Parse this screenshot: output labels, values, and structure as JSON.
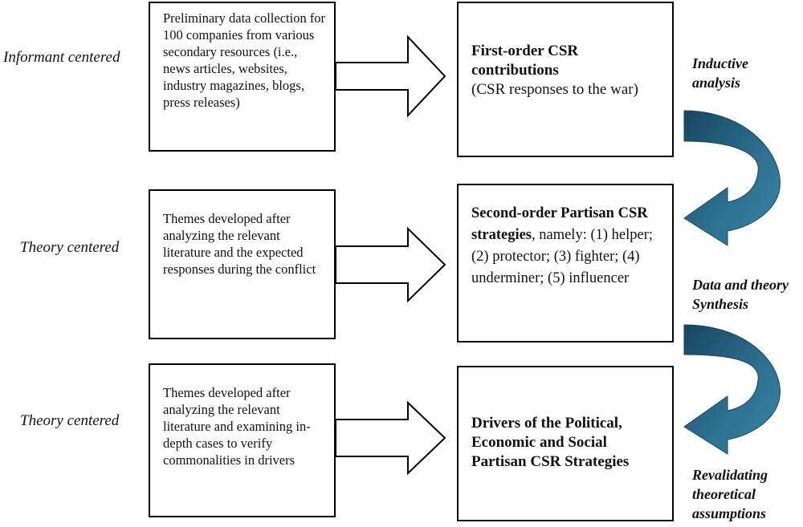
{
  "colors": {
    "cycle_arrow_light": "#3c86a6",
    "cycle_arrow_dark": "#174660",
    "stroke": "#000000"
  },
  "rows": [
    {
      "approach": "Informant centered",
      "source_text": "Preliminary data collection for 100 companies from various secondary resources (i.e., news articles, websites, industry magazines, blogs, press releases)",
      "outcome_bold": "First-order CSR contributions",
      "outcome_rest": "(CSR responses to the war)"
    },
    {
      "approach": "Theory centered",
      "source_text": "Themes developed after analyzing the relevant literature and the expected responses during the conflict",
      "outcome_bold": "Second-order Partisan CSR strategies",
      "outcome_rest": ", namely: (1) helper; (2) protector; (3) fighter; (4) underminer; (5) influencer"
    },
    {
      "approach": "Theory centered",
      "source_text": "Themes developed after analyzing the relevant literature and examining in-depth cases to verify commonalities in drivers",
      "outcome_bold": "Drivers of the Political, Economic and Social Partisan CSR Strategies",
      "outcome_rest": ""
    }
  ],
  "cycle": [
    {
      "label_line1": "Inductive",
      "label_line2": "analysis"
    },
    {
      "label_line1": "Data and theory",
      "label_line2": "Synthesis"
    },
    {
      "label_line1": "Revalidating",
      "label_line2": "theoretical",
      "label_line3": "assumptions"
    }
  ]
}
